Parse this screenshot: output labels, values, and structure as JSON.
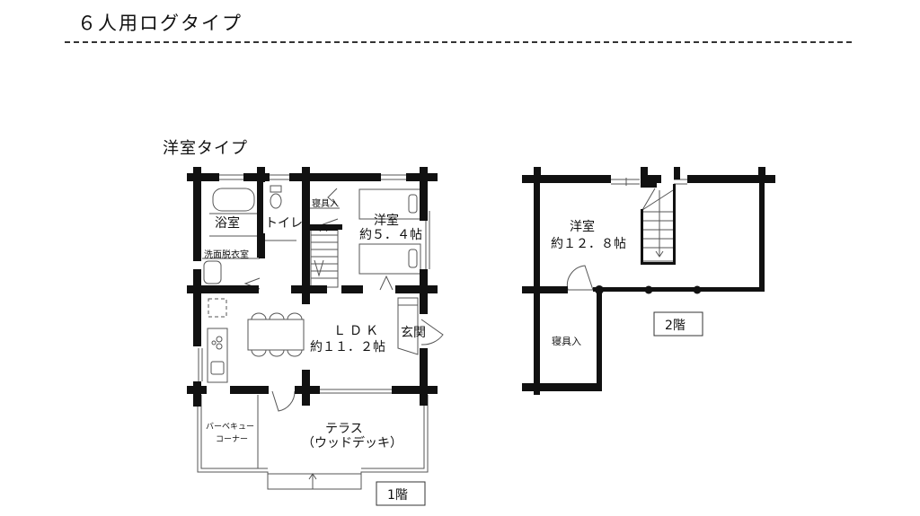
{
  "header": {
    "title": "６人用ログタイプ",
    "subtitle": "洋室タイプ"
  },
  "floor1": {
    "label": "1階",
    "rooms": {
      "bath": "浴室",
      "toilet": "トイレ",
      "washroom": "洗面脱衣室",
      "closet": "寝具入",
      "bedroom_name": "洋室",
      "bedroom_size": "約５．４帖",
      "ldk_name": "ＬＤＫ",
      "ldk_size": "約１１．２帖",
      "entrance": "玄関",
      "bbq_line1": "バーベキュー",
      "bbq_line2": "コーナー",
      "terrace_name": "テラス",
      "terrace_sub": "（ウッドデッキ）"
    }
  },
  "floor2": {
    "label": "2階",
    "rooms": {
      "bedroom_name": "洋室",
      "bedroom_size": "約１２．８帖",
      "closet": "寝具入"
    }
  },
  "colors": {
    "wall": "#111111",
    "line": "#555555",
    "background": "#ffffff"
  }
}
